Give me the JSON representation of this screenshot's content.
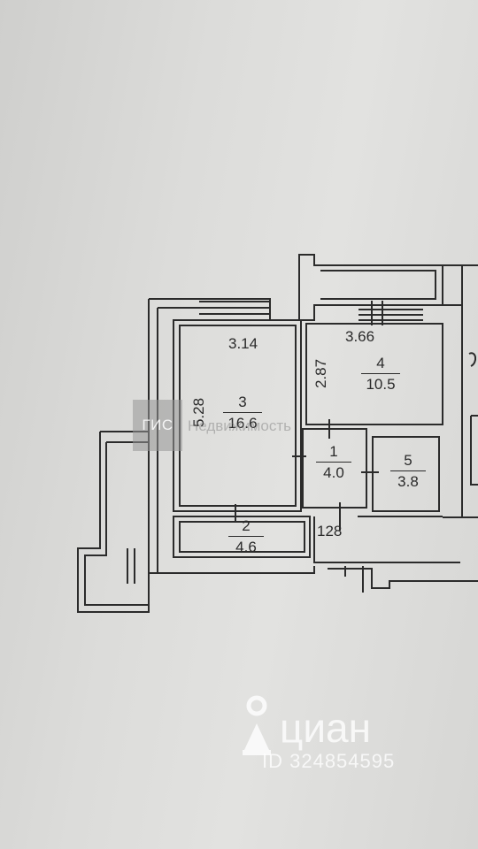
{
  "plan": {
    "rooms": [
      {
        "number": "3",
        "area": "16.6"
      },
      {
        "number": "4",
        "area": "10.5"
      },
      {
        "number": "1",
        "area": "4.0"
      },
      {
        "number": "5",
        "area": "3.8"
      },
      {
        "number": "2",
        "area": "4.6"
      }
    ],
    "dimensions": {
      "room3_width": "3.14",
      "room3_length": "5.28",
      "room4_width": "3.66",
      "room4_length": "2.87",
      "door_width": "128"
    }
  },
  "watermarks": {
    "gis_badge": "ГИС",
    "gis_text": "Недвижимость",
    "brand_name": "циан",
    "listing_id": "ID 324854595"
  },
  "colors": {
    "paper": "#dcdcda",
    "ink": "#2a2a2a",
    "watermark": "#ffffff"
  }
}
